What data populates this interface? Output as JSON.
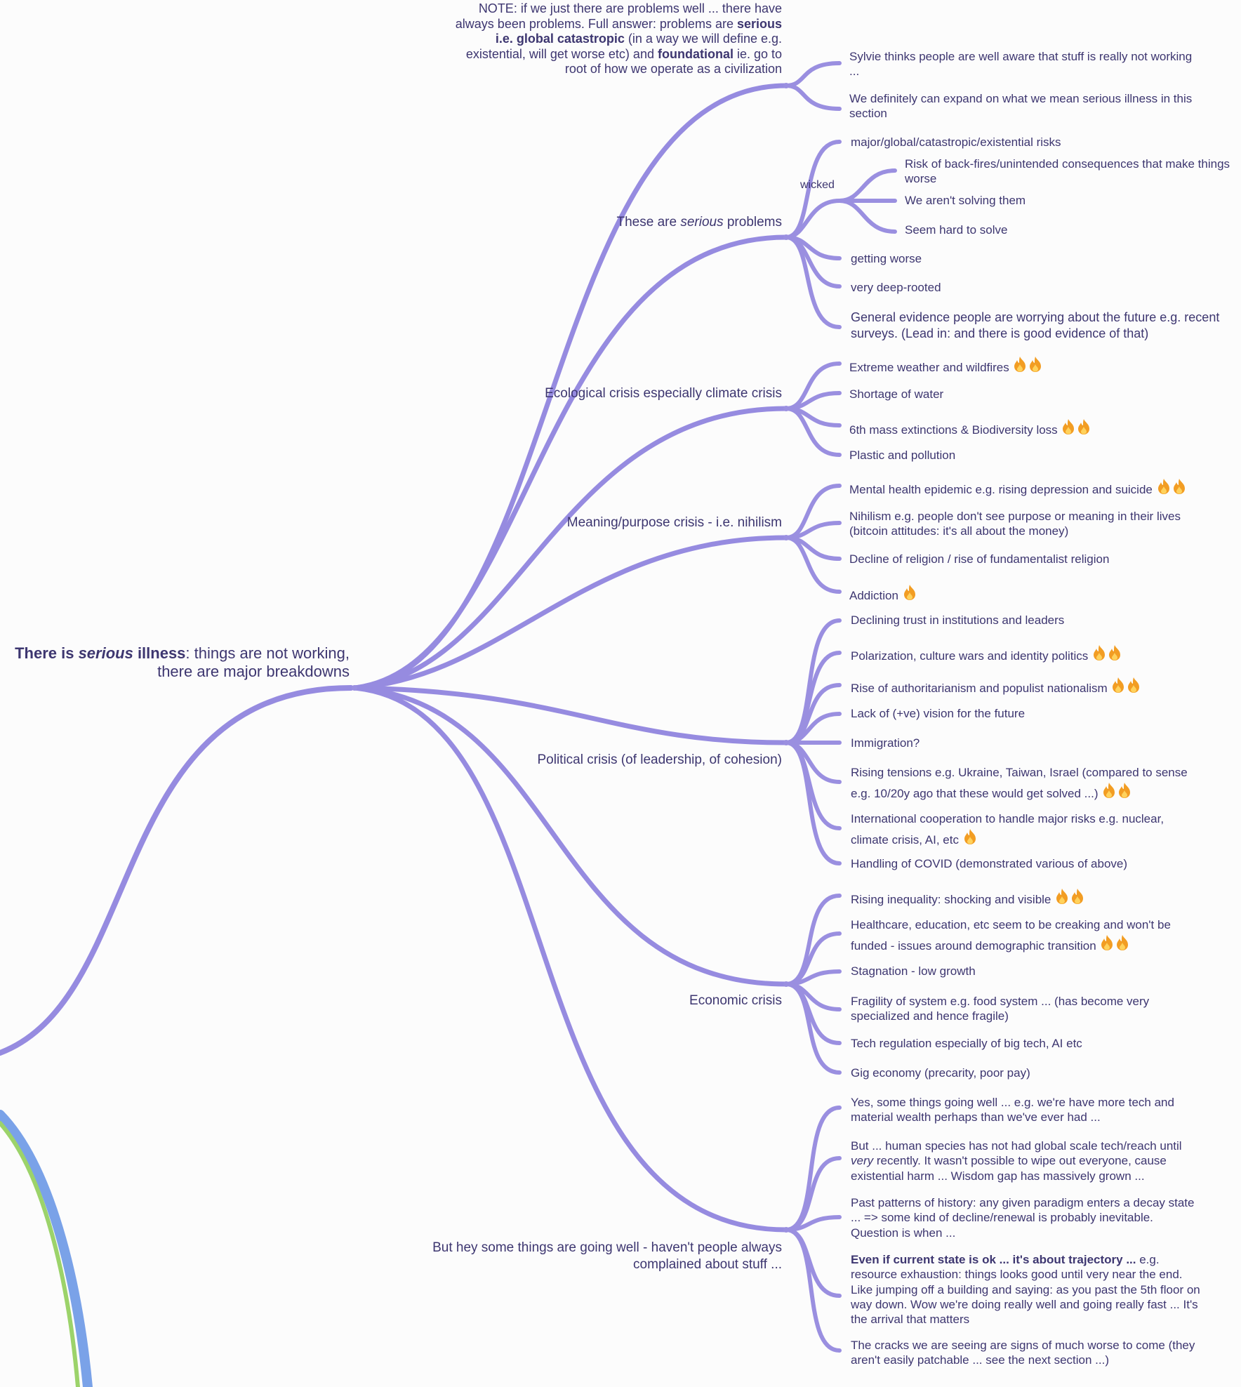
{
  "colors": {
    "branch": "#9a8fe0",
    "branch_dark": "#8f84de",
    "text": "#3d3670",
    "accent_blue": "#7aa2e8",
    "accent_green": "#9cd36a",
    "fire_outer": "#f29d23",
    "fire_inner": "#ffd25c"
  },
  "root": {
    "prefix": "There is ",
    "emph": "serious",
    "bold_rest": " illness",
    "rest_line1": ": things are not working,",
    "rest_line2": "there are major breakdowns"
  },
  "note": {
    "l1": "NOTE: if we just there are problems well ... there have",
    "l2": "always been problems. Full answer: problems are ",
    "l2_bold": "serious",
    "l3_bold": "i.e. global catastropic",
    "l3": " (in a way we will define e.g.",
    "l4": "existential, will get worse etc) and ",
    "l4_bold": "foundational",
    "l4_end": " ie. go to",
    "l5": "root of how we operate as a civilization",
    "children": [
      "Sylvie thinks people are well aware that stuff is really not working ...",
      "We definitely can expand on what we mean serious illness in this section"
    ]
  },
  "serious": {
    "prefix": "These are ",
    "emph": "serious",
    "suffix": " problems",
    "wicked_label": "wicked",
    "children": [
      "major/global/catastropic/existential risks",
      "getting worse",
      "very deep-rooted",
      "General evidence people are worrying about the future e.g. recent surveys. (Lead in: and there is good evidence of that)"
    ],
    "wicked_children": [
      "Risk of back-fires/unintended consequences that make things worse",
      "We aren't solving them",
      "Seem hard to solve"
    ]
  },
  "ecological": {
    "label": "Ecological crisis especially climate crisis",
    "children": [
      "Extreme weather and wildfires",
      "Shortage of water",
      "6th mass extinctions & Biodiversity loss",
      "Plastic and pollution"
    ]
  },
  "meaning": {
    "label": "Meaning/purpose crisis - i.e. nihilism",
    "children": [
      "Mental health epidemic e.g. rising depression and suicide",
      "Nihilism e.g. people don't see purpose or meaning in their lives (bitcoin attitudes: it's all about the money)",
      "Decline of religion / rise of fundamentalist religion",
      "Addiction"
    ]
  },
  "political": {
    "label": "Political crisis (of leadership, of cohesion)",
    "children": [
      "Declining trust in institutions and leaders",
      "Polarization, culture wars and identity politics",
      "Rise of authoritarianism and populist nationalism",
      "Lack of (+ve) vision for the future",
      "Immigration?",
      "Rising tensions e.g. Ukraine, Taiwan, Israel (compared to sense e.g. 10/20y ago that these would get solved ...)",
      "International cooperation to handle major risks e.g. nuclear, climate crisis, AI, etc",
      "Handling of COVID (demonstrated various of above)"
    ]
  },
  "economic": {
    "label": "Economic crisis",
    "children": [
      "Rising inequality: shocking and visible",
      "Healthcare, education, etc seem to be creaking and won't be funded - issues around demographic transition",
      "Stagnation - low growth",
      "Fragility of system e.g. food system ... (has become very specialized and hence fragile)",
      "Tech regulation especially of big tech, AI etc",
      "Gig economy (precarity, poor pay)"
    ]
  },
  "goingwell": {
    "label_l1": "But hey some things are going well - haven't people always",
    "label_l2": "complained about stuff ...",
    "c1": "Yes, some things going well ... e.g. we're have more tech and material wealth perhaps than we've ever had ...",
    "c2_pre": "But ... human species has not had global scale tech/reach until ",
    "c2_emph": "very",
    "c2_post": " recently. It wasn't possible to wipe out everyone, cause existential harm ... Wisdom gap has massively grown ...",
    "c3": "Past patterns of history: any given paradigm enters a decay state ... => some kind of decline/renewal is probably inevitable. Question is when ...",
    "c4_bold": "Even if current state is ok ... it's about trajectory ...",
    "c4_rest": " e.g. resource exhaustion: things looks good until very near the end. Like jumping off a building and saying: as you past the 5th floor on way down. Wow we're doing really well and going really fast ... It's the arrival that matters",
    "c5": "The cracks we are seeing are signs of much worse to come (they aren't easily patchable ... see the next section ...)"
  }
}
